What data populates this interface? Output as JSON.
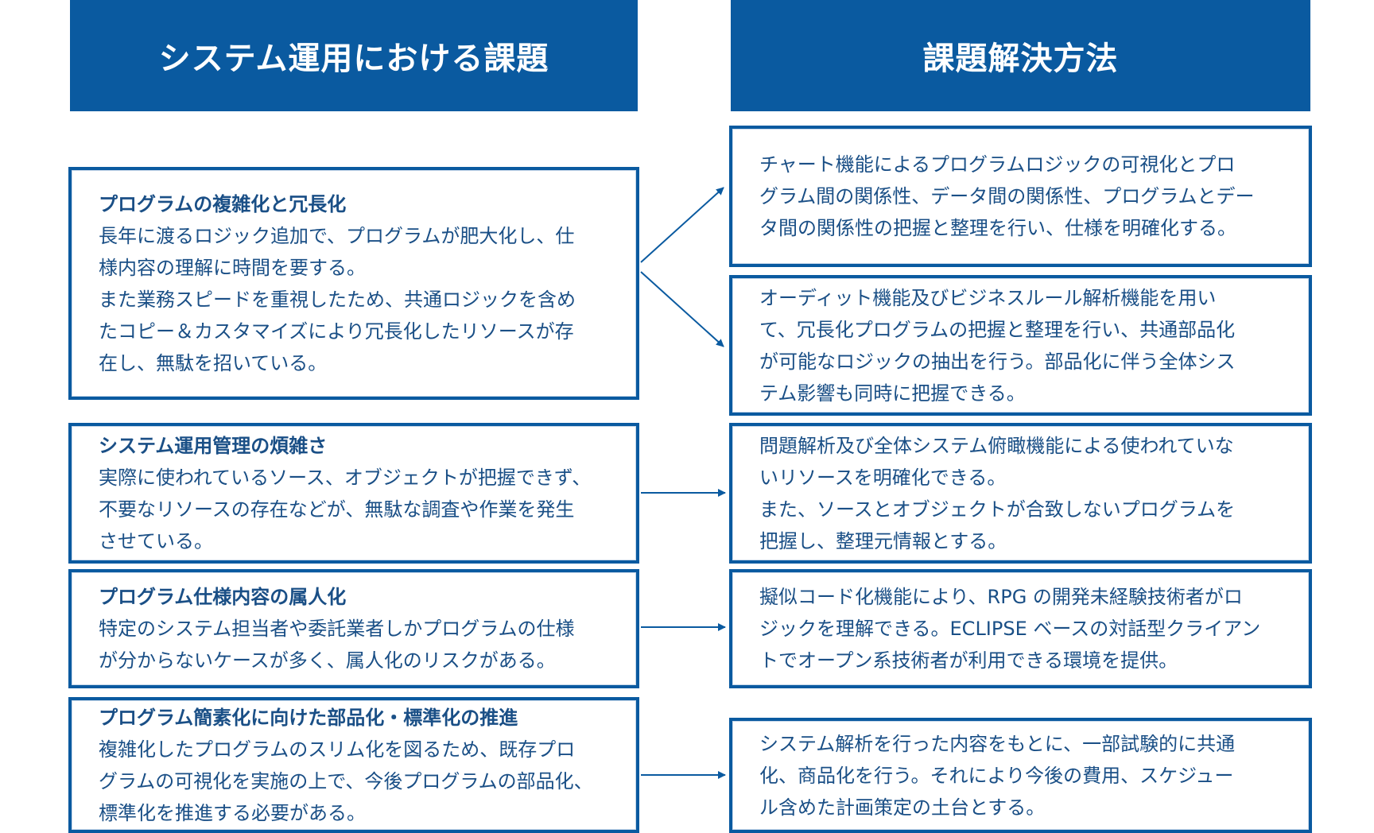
{
  "headers": {
    "left": "システム運用における課題",
    "right": "課題解決方法"
  },
  "issues": [
    {
      "title": "プログラムの複雑化と冗長化",
      "lines": [
        "長年に渡るロジック追加で、プログラムが肥大化し、仕",
        "様内容の理解に時間を要する。",
        "また業務スピードを重視したため、共通ロジックを含め",
        "たコピー＆カスタマイズにより冗長化したリソースが存",
        "在し、無駄を招いている。"
      ]
    },
    {
      "title": "システム運用管理の煩雑さ",
      "lines": [
        "実際に使われているソース、オブジェクトが把握できず、",
        "不要なリソースの存在などが、無駄な調査や作業を発生",
        "させている。"
      ]
    },
    {
      "title": "プログラム仕様内容の属人化",
      "lines": [
        "特定のシステム担当者や委託業者しかプログラムの仕様",
        "が分からないケースが多く、属人化のリスクがある。"
      ]
    },
    {
      "title": "プログラム簡素化に向けた部品化・標準化の推進",
      "lines": [
        "複雑化したプログラムのスリム化を図るため、既存プロ",
        "グラムの可視化を実施の上で、今後プログラムの部品化、",
        "標準化を推進する必要がある。"
      ]
    }
  ],
  "solutions": [
    {
      "lines": [
        "チャート機能によるプログラムロジックの可視化とプロ",
        "グラム間の関係性、データ間の関係性、プログラムとデー",
        "タ間の関係性の把握と整理を行い、仕様を明確化する。"
      ]
    },
    {
      "lines": [
        "オーディット機能及びビジネスルール解析機能を用い",
        "て、冗長化プログラムの把握と整理を行い、共通部品化",
        "が可能なロジックの抽出を行う。部品化に伴う全体シス",
        "テム影響も同時に把握できる。"
      ]
    },
    {
      "lines": [
        "問題解析及び全体システム俯瞰機能による使われていな",
        "いリソースを明確化できる。",
        "また、ソースとオブジェクトが合致しないプログラムを",
        "把握し、整理元情報とする。"
      ]
    },
    {
      "lines": [
        "擬似コード化機能により、RPG の開発未経験技術者がロ",
        "ジックを理解できる。ECLIPSE ベースの対話型クライアン",
        "トでオープン系技術者が利用できる環境を提供。"
      ]
    },
    {
      "lines": [
        "システム解析を行った内容をもとに、一部試験的に共通",
        "化、商品化を行う。それにより今後の費用、スケジュー",
        "ル含めた計画策定の土台とする。"
      ]
    }
  ],
  "colors": {
    "primary": "#0a5aa0",
    "text": "#1a4f86"
  }
}
